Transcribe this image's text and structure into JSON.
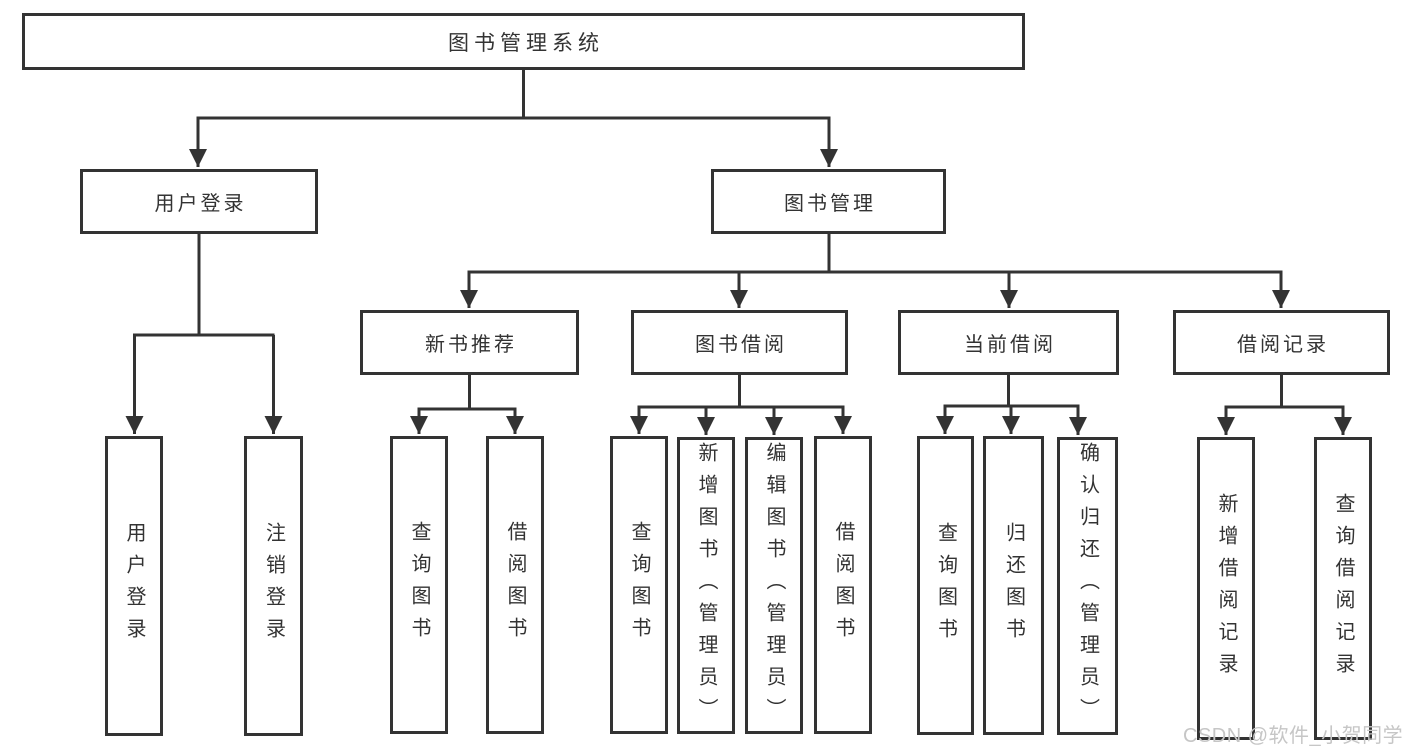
{
  "colors": {
    "line": "#333333",
    "text": "#333333",
    "watermark": "#c6c6c6",
    "background": "#ffffff"
  },
  "watermark": {
    "text": "CSDN @软件_小贺同学"
  },
  "tree": {
    "label": "图书管理系统",
    "children": [
      {
        "label": "用户登录",
        "children": [
          {
            "label": "用户登录"
          },
          {
            "label": "注销登录"
          }
        ]
      },
      {
        "label": "图书管理",
        "children": [
          {
            "label": "新书推荐",
            "children": [
              {
                "label": "查询图书"
              },
              {
                "label": "借阅图书"
              }
            ]
          },
          {
            "label": "图书借阅",
            "children": [
              {
                "label": "查询图书"
              },
              {
                "label": "新增图书（管理员）"
              },
              {
                "label": "编辑图书（管理员）"
              },
              {
                "label": "借阅图书"
              }
            ]
          },
          {
            "label": "当前借阅",
            "children": [
              {
                "label": "查询图书"
              },
              {
                "label": "归还图书"
              },
              {
                "label": "确认归还（管理员）"
              }
            ]
          },
          {
            "label": "借阅记录",
            "children": [
              {
                "label": "新增借阅记录"
              },
              {
                "label": "查询借阅记录"
              }
            ]
          }
        ]
      }
    ]
  }
}
